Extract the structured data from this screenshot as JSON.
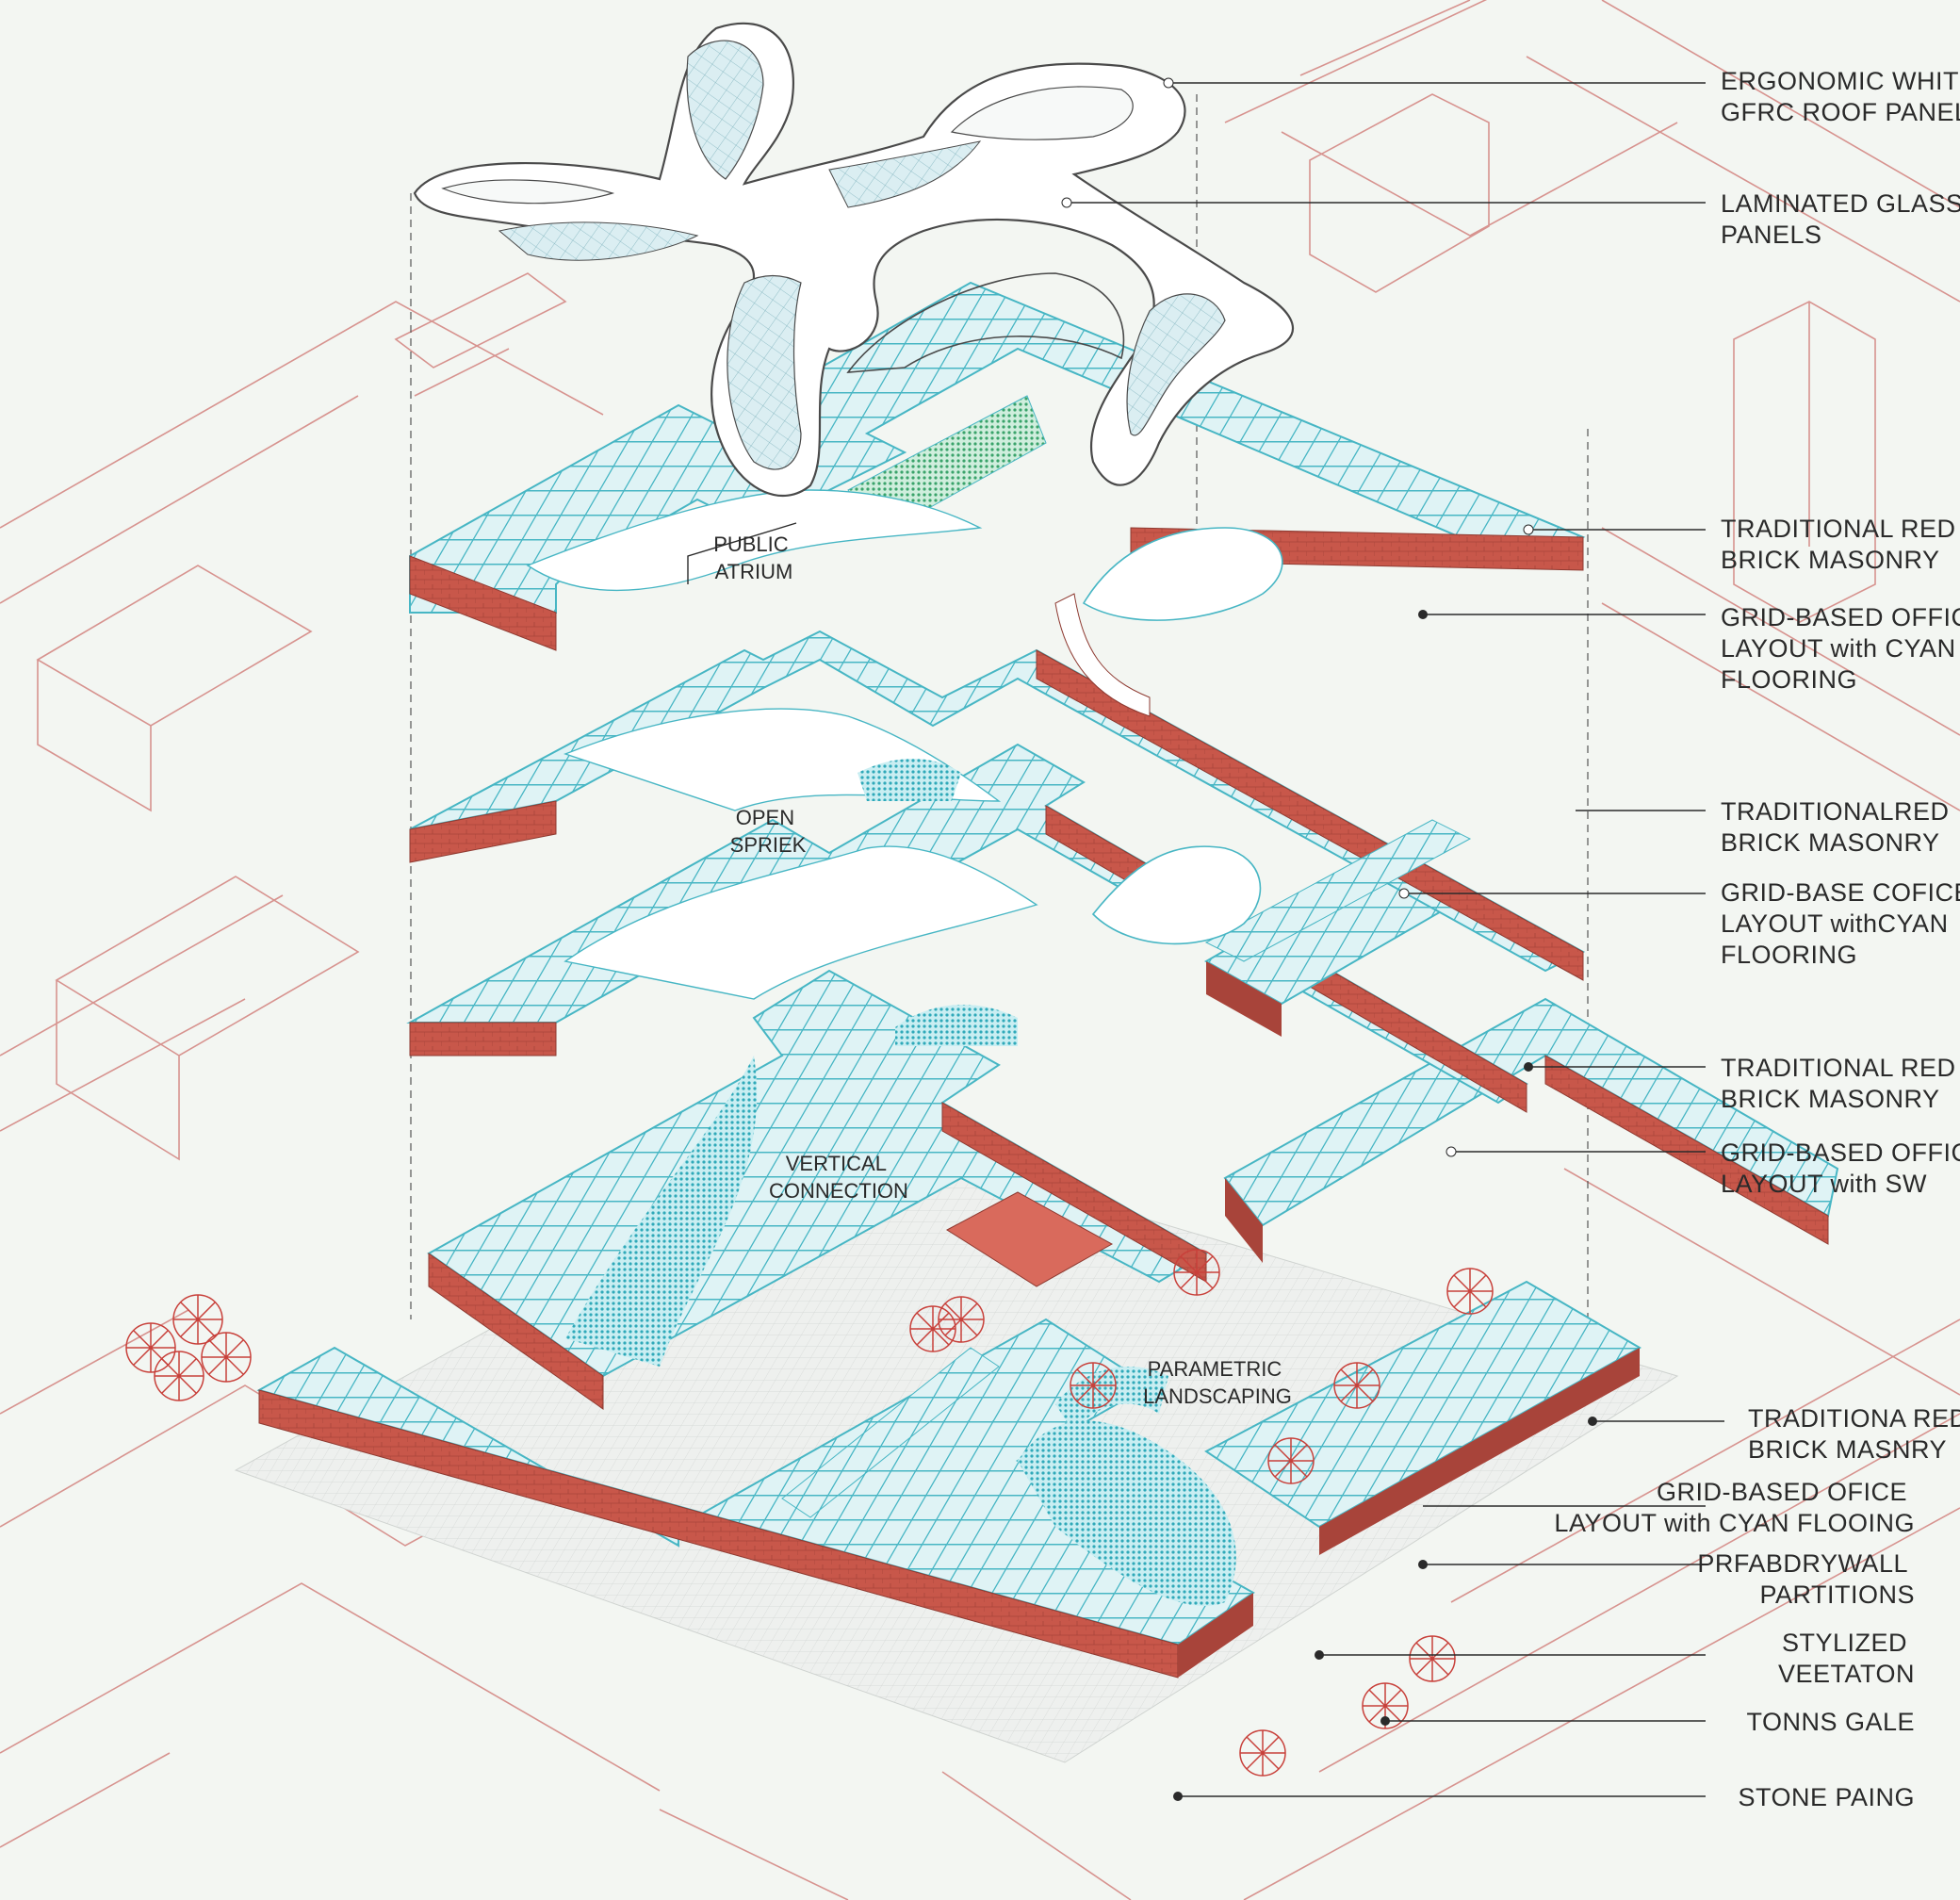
{
  "diagram": {
    "callouts": [
      {
        "id": "roof",
        "lines": [
          "ERGONOMIC WHITE",
          "GFRC ROOF PANELS"
        ]
      },
      {
        "id": "glass",
        "lines": [
          "LAMINATED GLASS",
          "PANELS"
        ]
      },
      {
        "id": "brick1",
        "lines": [
          "TRADITIONAL RED",
          "BRICK MASONRY"
        ]
      },
      {
        "id": "office1",
        "lines": [
          "GRID-BASED OFFICE",
          "LAYOUT with CYAN",
          "FLOORING"
        ]
      },
      {
        "id": "brick2",
        "lines": [
          "TRADITIONALRED",
          "BRICK MASONRY"
        ]
      },
      {
        "id": "office2",
        "lines": [
          "GRID-BASE COFICE",
          "LAYOUT withCYAN",
          "FLOORING"
        ]
      },
      {
        "id": "brick3",
        "lines": [
          "TRADITIONAL RED",
          "BRICK MASONRY"
        ]
      },
      {
        "id": "office3",
        "lines": [
          "GRID-BASED OFFICE",
          "LAYOUT with SW"
        ]
      },
      {
        "id": "brick4",
        "lines": [
          "TRADITIONA RED",
          "BRICK MASNRY"
        ]
      },
      {
        "id": "office4",
        "lines": [
          "GRID-BASED OFICE",
          "LAYOUT with CYAN FLOOING"
        ]
      },
      {
        "id": "drywall",
        "lines": [
          "PRFABDRYWALL",
          "PARTITIONS"
        ]
      },
      {
        "id": "veg",
        "lines": [
          "STYLIZED",
          "VEETATON"
        ]
      },
      {
        "id": "stone",
        "lines": [
          "TONNS GALE"
        ]
      },
      {
        "id": "paving",
        "lines": [
          "STONE PAING"
        ]
      }
    ],
    "inline_labels": [
      {
        "id": "atrium",
        "lines": [
          "PUBLIC",
          "ATRIUM"
        ]
      },
      {
        "id": "spriek",
        "lines": [
          "OPEN",
          "SPRIEK"
        ]
      },
      {
        "id": "vertical",
        "lines": [
          "VERTICAL",
          "CONNECTION"
        ]
      },
      {
        "id": "landscaping",
        "lines": [
          "PARAMETRIC",
          "LANDSCAPING"
        ]
      }
    ]
  },
  "colors": {
    "brick": "#c8574a",
    "brick_dark": "#a8443a",
    "floor": "#d8f1f3",
    "cyan": "#47b6c4",
    "context_line": "#d7938f",
    "tree": "#c8403a",
    "roof": "#ffffff",
    "glass": "#dbeef2",
    "paper": "#f3f6f2"
  }
}
